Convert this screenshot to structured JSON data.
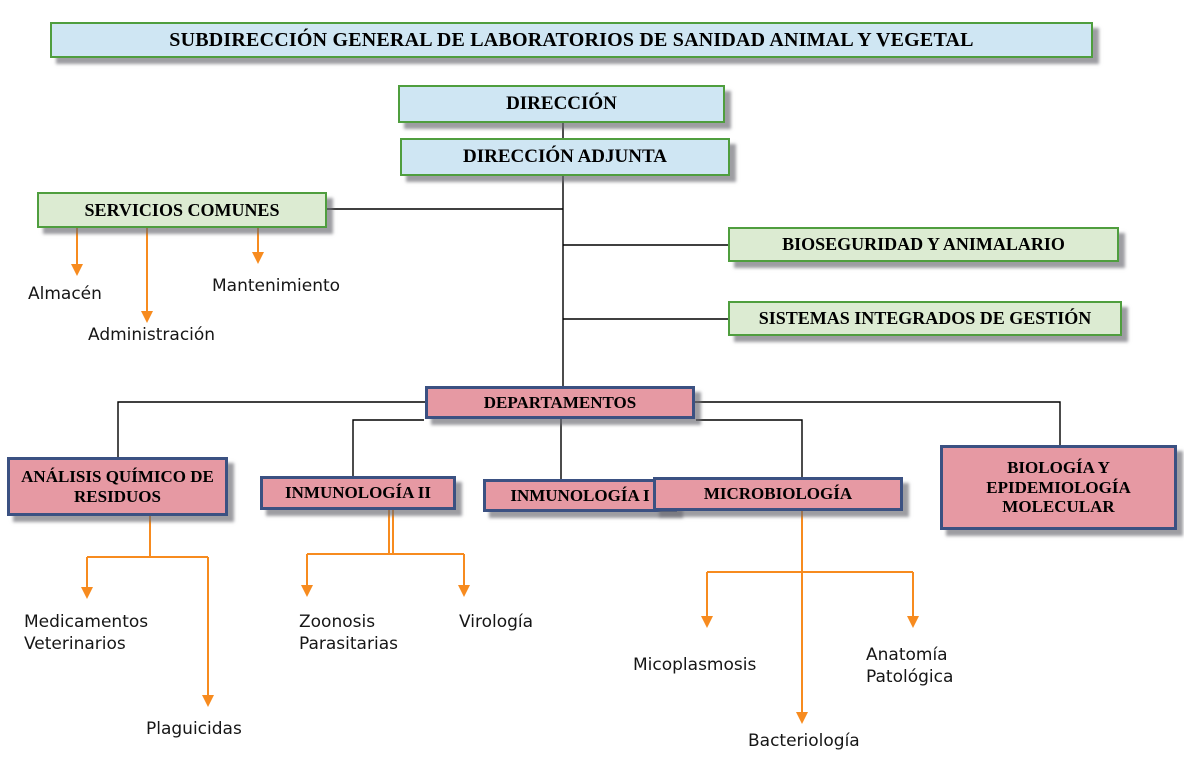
{
  "colors": {
    "blue_fill": "#cfe6f3",
    "green_fill": "#dcebd2",
    "green_border": "#4f9e3e",
    "pink_fill": "#e699a3",
    "pink_border": "#3b5182",
    "orange_connector": "#f78b1f",
    "black_connector": "#000000"
  },
  "org": {
    "title": {
      "label": "SUBDIRECCIÓN GENERAL DE LABORATORIOS DE SANIDAD ANIMAL Y VEGETAL"
    },
    "direccion": {
      "label": "DIRECCIÓN"
    },
    "direccion_adjunta": {
      "label": "DIRECCIÓN ADJUNTA"
    },
    "servicios_comunes": {
      "label": "SERVICIOS COMUNES",
      "children": {
        "almacen": {
          "label": "Almacén"
        },
        "administracion": {
          "label": "Administración"
        },
        "mantenimiento": {
          "label": "Mantenimiento"
        }
      }
    },
    "bioseguridad": {
      "label": "BIOSEGURIDAD Y ANIMALARIO"
    },
    "sistemas": {
      "label": "SISTEMAS INTEGRADOS DE GESTIÓN"
    },
    "departamentos": {
      "label": "DEPARTAMENTOS",
      "children": {
        "analisis_quimico": {
          "label": "ANÁLISIS QUÍMICO DE RESIDUOS",
          "children": {
            "medicamentos": {
              "label": "Medicamentos Veterinarios"
            },
            "plaguicidas": {
              "label": "Plaguicidas"
            }
          }
        },
        "inmunologia2": {
          "label": "INMUNOLOGÍA II",
          "children": {
            "zoonosis": {
              "label": "Zoonosis Parasitarias"
            },
            "virologia": {
              "label": "Virología"
            }
          }
        },
        "inmunologia1": {
          "label": "INMUNOLOGÍA I"
        },
        "microbiologia": {
          "label": "MICROBIOLOGÍA",
          "children": {
            "micoplasmosis": {
              "label": "Micoplasmosis"
            },
            "bacteriologia": {
              "label": "Bacteriología"
            },
            "anatomia": {
              "label": "Anatomía Patológica"
            }
          }
        },
        "biologia": {
          "label": "BIOLOGÍA Y EPIDEMIOLOGÍA MOLECULAR"
        }
      }
    }
  }
}
